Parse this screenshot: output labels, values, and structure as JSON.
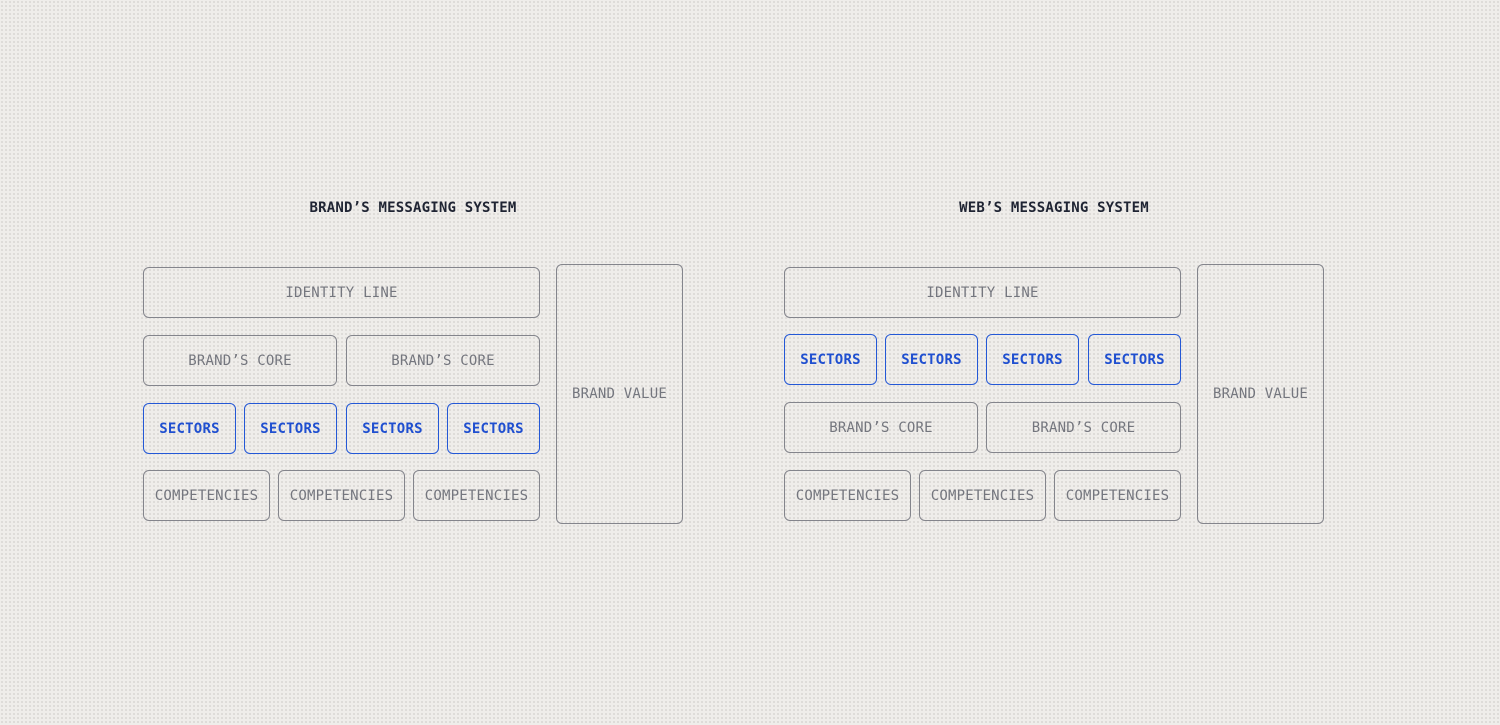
{
  "diagrams": [
    {
      "title": "BRAND’S MESSAGING SYSTEM",
      "identity": "IDENTITY LINE",
      "rows": [
        {
          "kind": "core",
          "items": [
            "BRAND’S CORE",
            "BRAND’S CORE"
          ]
        },
        {
          "kind": "sectors",
          "items": [
            "SECTORS",
            "SECTORS",
            "SECTORS",
            "SECTORS"
          ]
        },
        {
          "kind": "competencies",
          "items": [
            "COMPETENCIES",
            "COMPETENCIES",
            "COMPETENCIES"
          ]
        }
      ],
      "value": "BRAND VALUE"
    },
    {
      "title": "WEB’S MESSAGING SYSTEM",
      "identity": "IDENTITY LINE",
      "rows": [
        {
          "kind": "sectors",
          "items": [
            "SECTORS",
            "SECTORS",
            "SECTORS",
            "SECTORS"
          ]
        },
        {
          "kind": "core",
          "items": [
            "BRAND’S CORE",
            "BRAND’S CORE"
          ]
        },
        {
          "kind": "competencies",
          "items": [
            "COMPETENCIES",
            "COMPETENCIES",
            "COMPETENCIES"
          ]
        }
      ],
      "value": "BRAND VALUE"
    }
  ],
  "colors": {
    "background": "#efedea",
    "box_border": "#84858c",
    "box_text": "#74767e",
    "sector_accent": "#2458d6",
    "title_text": "#1f2433"
  }
}
